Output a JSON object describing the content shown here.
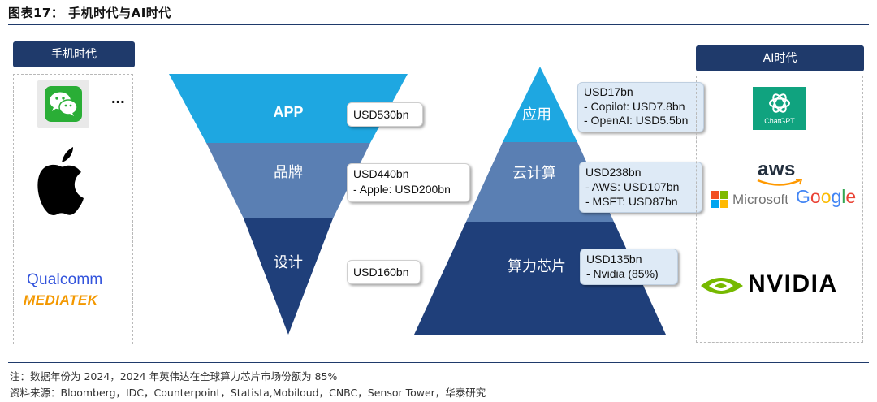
{
  "title": "图表17： 手机时代与AI时代",
  "left_panel": {
    "header": "手机时代",
    "ellipsis": "...",
    "qualcomm": "Qualcomm",
    "mediatek": "MEDIATEK"
  },
  "right_panel": {
    "header": "AI时代",
    "chatgpt": "ChatGPT",
    "aws": "aws",
    "microsoft": "Microsoft",
    "google": "Google",
    "nvidia": "NVIDIA"
  },
  "phone_layers": [
    {
      "label": "APP",
      "color": "#1ea7e1"
    },
    {
      "label": "品牌",
      "color": "#5a7fb3"
    },
    {
      "label": "设计",
      "color": "#1f3f7a"
    }
  ],
  "ai_layers": [
    {
      "label": "应用",
      "color": "#1ea7e1"
    },
    {
      "label": "云计算",
      "color": "#5a7fb3"
    },
    {
      "label": "算力芯片",
      "color": "#1f3f7a"
    }
  ],
  "phone_callouts": [
    {
      "lines": [
        "USD530bn"
      ]
    },
    {
      "lines": [
        "USD440bn",
        "- Apple: USD200bn"
      ]
    },
    {
      "lines": [
        "USD160bn"
      ]
    }
  ],
  "ai_callouts": [
    {
      "lines": [
        "USD17bn",
        "- Copilot: USD7.8bn",
        "- OpenAI: USD5.5bn"
      ]
    },
    {
      "lines": [
        "USD238bn",
        "- AWS: USD107bn",
        "- MSFT: USD87bn"
      ]
    },
    {
      "lines": [
        "USD135bn",
        "- Nvidia (85%)"
      ]
    }
  ],
  "notes": {
    "note": "注：数据年份为 2024，2024 年英伟达在全球算力芯片市场份额为 85%",
    "source": "资料来源：Bloomberg，IDC，Counterpoint，Statista,Mobiloud，CNBC，Sensor Tower，华泰研究"
  },
  "colors": {
    "navy": "#1f3a6b",
    "light_blue": "#1ea7e1",
    "mid_blue": "#5a7fb3",
    "dark_blue": "#1f3f7a",
    "callout_tint": "#deeaf6"
  }
}
